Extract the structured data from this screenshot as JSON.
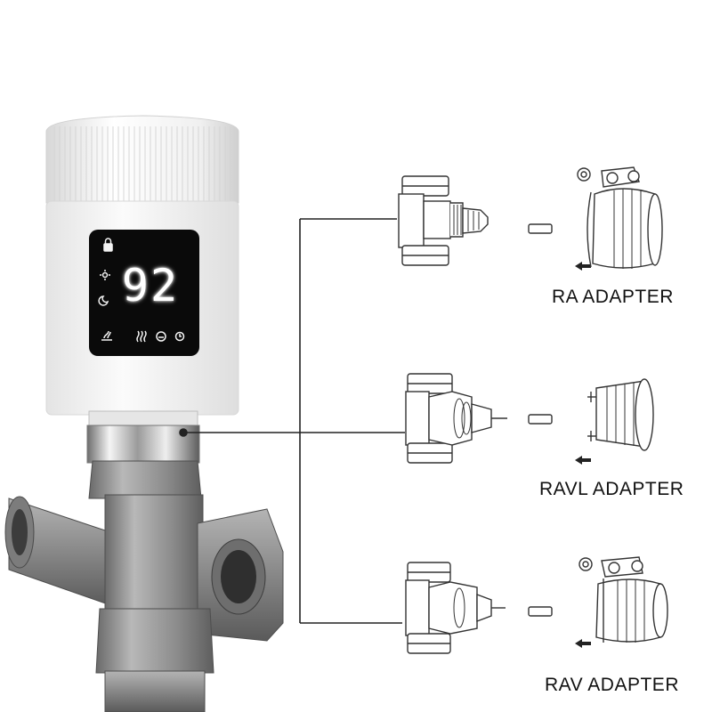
{
  "thermostat": {
    "display_value": "92",
    "icons": [
      "lock-icon",
      "sun-icon",
      "moon-icon",
      "heat-icon",
      "window-icon",
      "boost-icon",
      "clock-icon"
    ]
  },
  "adapters": [
    {
      "label": "RA ADAPTER"
    },
    {
      "label": "RAVL ADAPTER"
    },
    {
      "label": "RAV ADAPTER"
    }
  ],
  "colors": {
    "line": "#222222",
    "body_white": "#f2f2f2",
    "valve_metal": "#8a8a8a",
    "display_black": "#0a0a0a"
  }
}
